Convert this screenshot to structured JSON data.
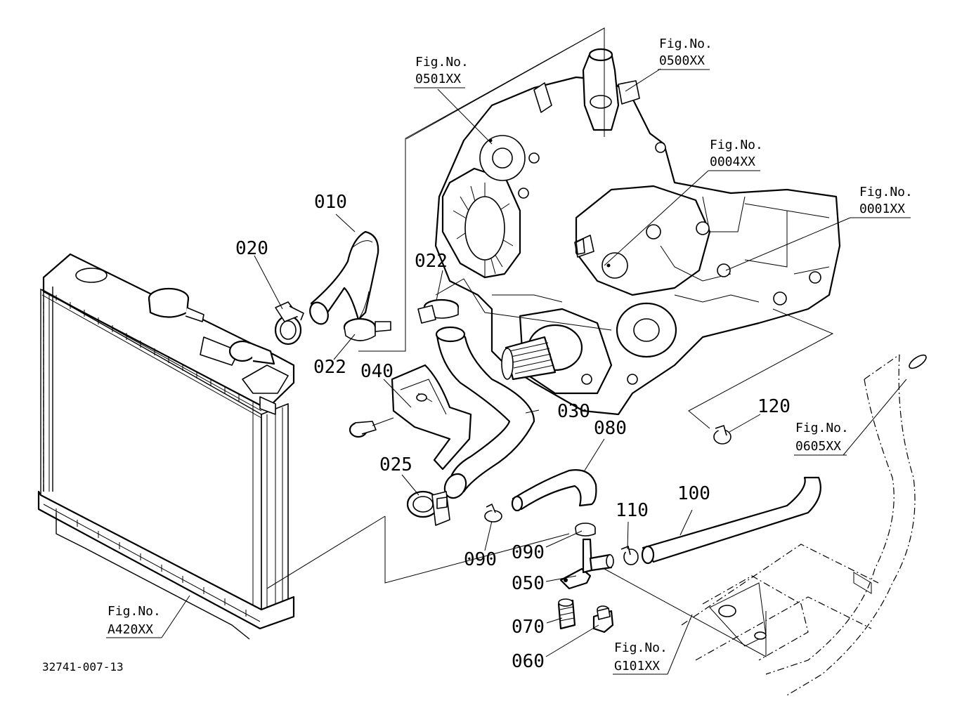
{
  "diagram_code": "32741-007-13",
  "callouts": {
    "p010": "010",
    "p020": "020",
    "p022a": "022",
    "p022b": "022",
    "p025": "025",
    "p030": "030",
    "p040": "040",
    "p050": "050",
    "p060": "060",
    "p070": "070",
    "p080": "080",
    "p090a": "090",
    "p090b": "090",
    "p100": "100",
    "p110": "110",
    "p120": "120"
  },
  "figure_refs": {
    "fig_prefix": "Fig.No.",
    "f0501": "0501XX",
    "f0500": "0500XX",
    "f0004": "0004XX",
    "f0001": "0001XX",
    "f0605": "0605XX",
    "fA420": "A420XX",
    "fG101": "G101XX"
  }
}
